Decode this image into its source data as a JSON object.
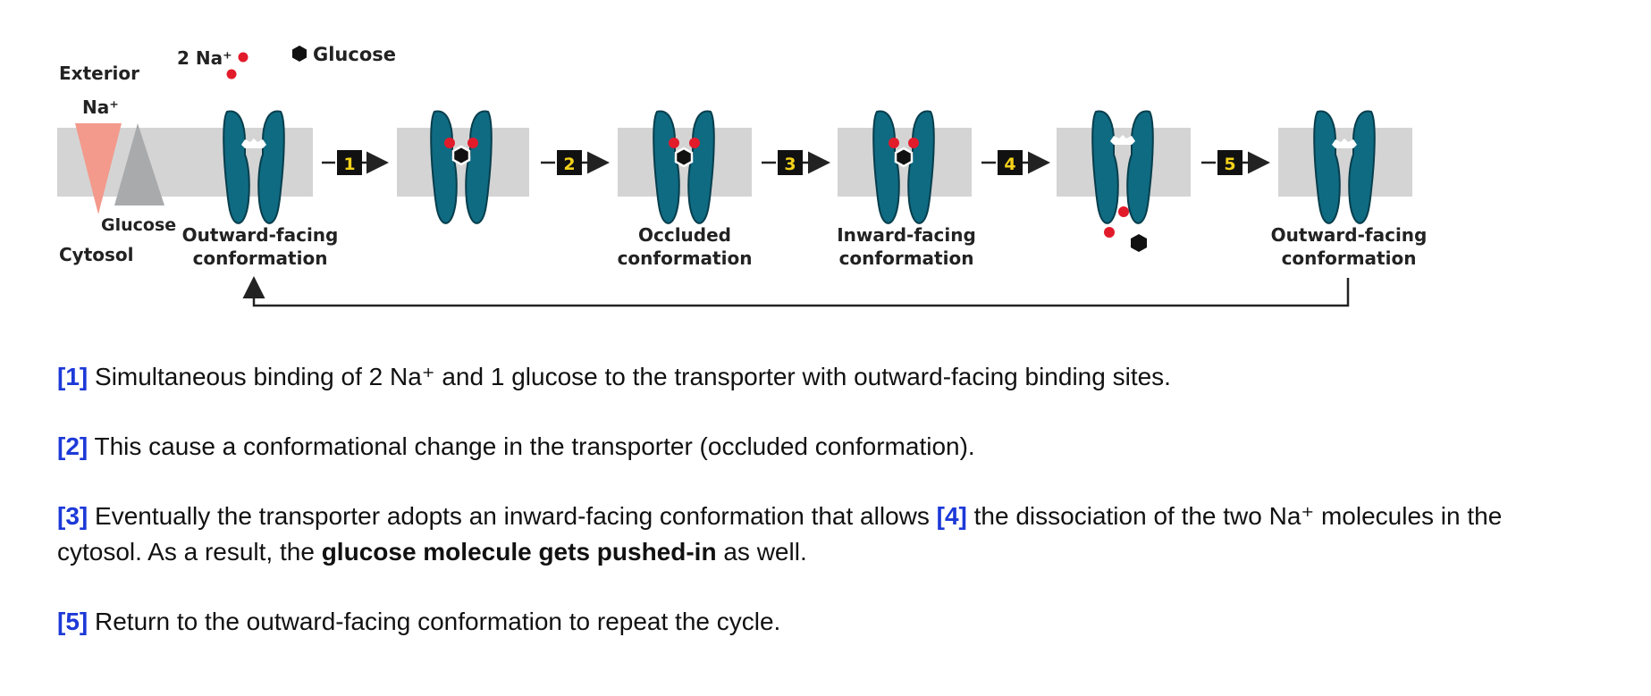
{
  "legend": {
    "sodium": "2 Na⁺",
    "glucose": "Glucose"
  },
  "sides": {
    "exterior": "Exterior",
    "cytosol": "Cytosol"
  },
  "gradients": {
    "sodium": "Na⁺",
    "glucose": "Glucose"
  },
  "steps": [
    "1",
    "2",
    "3",
    "4",
    "5"
  ],
  "conformations": [
    {
      "line1": "Outward-facing",
      "line2": "conformation"
    },
    {
      "line1": "",
      "line2": ""
    },
    {
      "line1": "Occluded",
      "line2": "conformation"
    },
    {
      "line1": "Inward-facing",
      "line2": "conformation"
    },
    {
      "line1": "",
      "line2": ""
    },
    {
      "line1": "Outward-facing",
      "line2": "conformation"
    }
  ],
  "notes": [
    {
      "tag": "[1]",
      "text": " Simultaneous binding of 2 Na⁺ and 1 glucose to the transporter with outward-facing binding sites."
    },
    {
      "tag": "[2]",
      "text": " This cause a conformational change in the transporter (occluded conformation)."
    },
    {
      "tag": "[3]",
      "text_a": " Eventually the transporter adopts an inward-facing conformation that allows ",
      "tag2": "[4]",
      "text_b": " the dissociation of the two Na⁺ molecules in the cytosol. As a result, the ",
      "bold": "glucose molecule gets pushed-in",
      "text_c": " as well."
    },
    {
      "tag": "[5]",
      "text": " Return to the outward-facing conformation to repeat the cycle."
    }
  ],
  "colors": {
    "membrane": "#d4d4d4",
    "transporter": "#0f6b82",
    "sodium": "#e21b2b",
    "glucose": "#111111",
    "sodium_gradient": "#f39a8c",
    "glucose_gradient": "#a8aaac",
    "step_box": "#111111",
    "step_number": "#f3d21b",
    "step_tag": "#1d39d8"
  }
}
